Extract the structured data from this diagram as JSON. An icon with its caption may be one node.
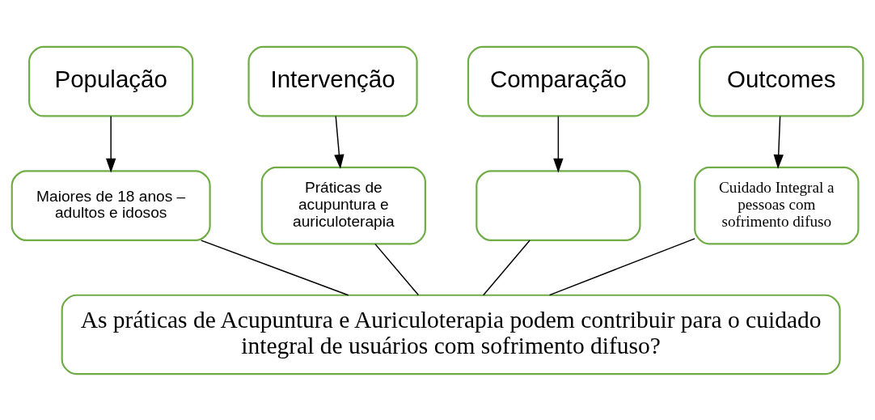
{
  "diagram": {
    "nodes": [
      {
        "text": [
          "População"
        ]
      },
      {
        "text": [
          "Intervenção"
        ]
      },
      {
        "text": [
          "Comparação"
        ]
      },
      {
        "text": [
          "Outcomes"
        ]
      },
      {
        "text": [
          "Maiores de 18 anos – adultos e idosos"
        ]
      },
      {
        "text": [
          "Práticas de acupuntura e auriculoterapia"
        ]
      },
      {
        "text": [],
        "shape": "box"
      },
      {
        "text": [
          "Cuidado Integral a pessoas com sofrimento difuso"
        ]
      },
      {
        "text": [
          "As práticas de Acupuntura e Auriculoterapia podem contribuir para o cuidado integral de usuários com sofrimento difuso?"
        ]
      }
    ],
    "edges": [
      {
        "from": 0,
        "to": 4,
        "arrow": "to"
      },
      {
        "from": 1,
        "to": 5,
        "arrow": "to"
      },
      {
        "from": 2,
        "to": 6,
        "arrow": "to"
      },
      {
        "from": 3,
        "to": 7,
        "arrow": "to"
      },
      {
        "from": 4,
        "to": 8,
        "arrow": "none"
      },
      {
        "from": 5,
        "to": 8,
        "arrow": "none"
      },
      {
        "from": 6,
        "to": 8,
        "arrow": "none"
      },
      {
        "from": 7,
        "to": 8,
        "arrow": "none"
      }
    ]
  }
}
